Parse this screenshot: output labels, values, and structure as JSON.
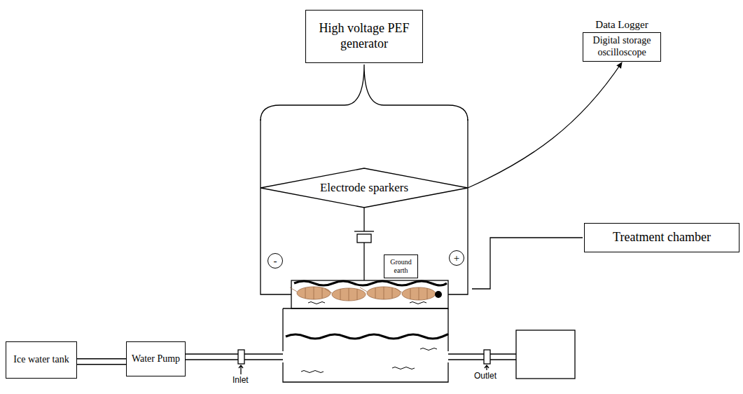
{
  "diagram": {
    "nodes": [
      {
        "text": [
          "High voltage PEF generator"
        ]
      },
      {
        "text": [
          "Data Logger",
          "Digital storage oscilloscope"
        ]
      },
      {
        "text": [
          "Electrode sparkers"
        ]
      },
      {
        "text": [
          "Treatment chamber"
        ]
      },
      {
        "text": [
          "Ground earth"
        ]
      },
      {
        "text": [
          "-"
        ]
      },
      {
        "text": [
          "+"
        ]
      },
      {
        "text": [
          "Ice water tank"
        ]
      },
      {
        "text": [
          "Water Pump"
        ]
      }
    ],
    "edges": [
      {
        "from": 2,
        "to": 1,
        "arrow": "to"
      },
      {
        "from": 7,
        "to": 8,
        "arrow": "none"
      }
    ],
    "labels": [
      "Inlet",
      "Outlet"
    ]
  }
}
